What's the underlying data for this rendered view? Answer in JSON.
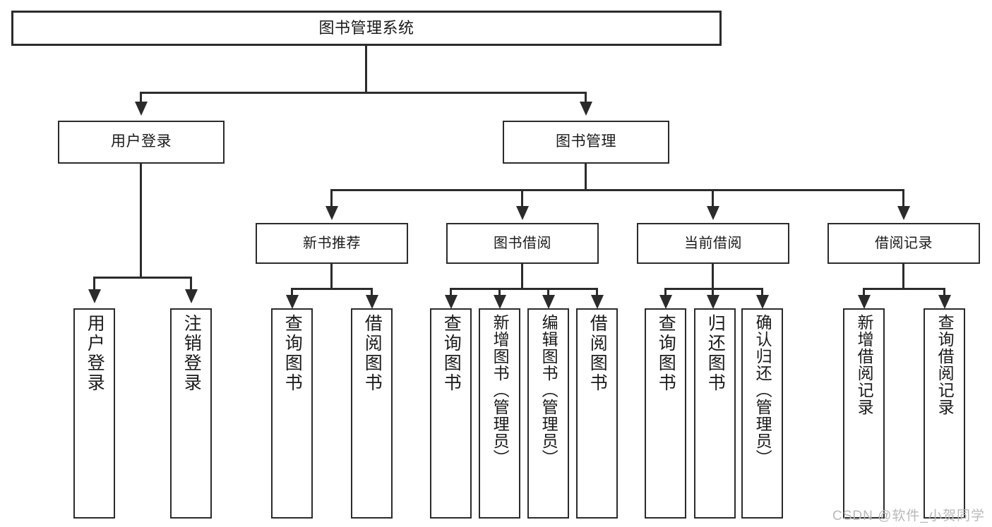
{
  "diagram": {
    "title": "图书管理系统",
    "type": "tree-hierarchy-diagram",
    "root": {
      "label": "图书管理系统"
    },
    "level2": [
      {
        "label": "用户登录"
      },
      {
        "label": "图书管理"
      }
    ],
    "level3": [
      {
        "label": "新书推荐"
      },
      {
        "label": "图书借阅"
      },
      {
        "label": "当前借阅"
      },
      {
        "label": "借阅记录"
      }
    ],
    "leaves": {
      "user_login": [
        {
          "label": "用户登录"
        },
        {
          "label": "注销登录"
        }
      ],
      "new_book_recommend": [
        {
          "label": "查询图书"
        },
        {
          "label": "借阅图书"
        }
      ],
      "book_borrow": [
        {
          "label": "查询图书"
        },
        {
          "label": "新增图书（管理员）"
        },
        {
          "label": "编辑图书（管理员）"
        },
        {
          "label": "借阅图书"
        }
      ],
      "current_borrow": [
        {
          "label": "查询图书"
        },
        {
          "label": "归还图书"
        },
        {
          "label": "确认归还（管理员）"
        }
      ],
      "borrow_record": [
        {
          "label": "新增借阅记录"
        },
        {
          "label": "查询借阅记录"
        }
      ]
    }
  },
  "watermark": {
    "text": "CSDN @软件_小贺同学"
  },
  "colors": {
    "line": "#2b2b2b",
    "box_border": "#2b2b2b",
    "background": "#ffffff",
    "text": "#1a1a1a",
    "watermark": "#b9b9b9"
  }
}
